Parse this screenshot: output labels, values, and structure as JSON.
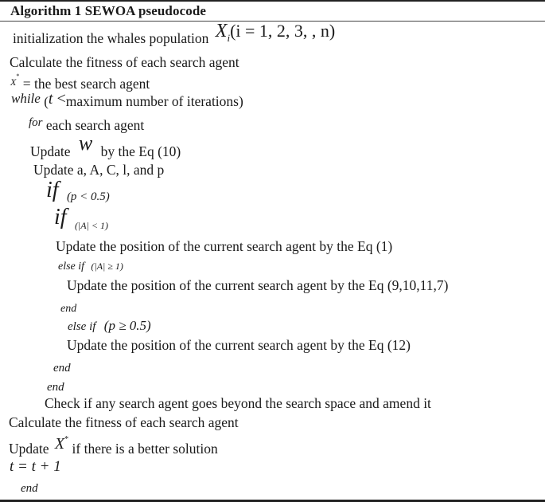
{
  "algorithm": {
    "title": "Algorithm 1 SEWOA pseudocode",
    "lines": [
      {
        "text": "initialization the whales population",
        "math": "X",
        "math_sub": "i",
        "math_tail": "(i = 1, 2, 3,     , n)"
      },
      {
        "text": "Calculate the fitness of each search agent"
      },
      {
        "math": "X",
        "math_sup": "*",
        "text": " = the best search agent"
      },
      {
        "keyword": "while",
        "cond_open": "(",
        "cond_var": "t",
        "cond_op": " <",
        "text": "maximum number of iterations)"
      },
      {
        "keyword": "for",
        "text": "each search agent"
      },
      {
        "text_before": "Update",
        "math": "w",
        "text": "by the Eq (10)"
      },
      {
        "text": "Update a, A, C, l, and p"
      },
      {
        "keyword": "if",
        "cond": "(p < 0.5)"
      },
      {
        "keyword": "if",
        "cond": "(|A| < 1)"
      },
      {
        "text": "Update the position of the current search agent by the Eq (1)"
      },
      {
        "keyword": "else if",
        "cond": "(|A| ≥ 1)"
      },
      {
        "text": "Update the position of the current search agent by the Eq (9,10,11,7)"
      },
      {
        "keyword": "end"
      },
      {
        "keyword": "else if",
        "cond": "(p ≥ 0.5)"
      },
      {
        "text": "Update the position of the current search agent by the Eq (12)"
      },
      {
        "keyword": "end"
      },
      {
        "keyword": "end"
      },
      {
        "text": "Check if any search agent goes beyond the search space and amend it"
      },
      {
        "text": "Calculate the fitness of each search agent"
      },
      {
        "text_before": "Update",
        "math": "X",
        "math_sup": "*",
        "text": "if there is a better solution"
      },
      {
        "math_expr": "t = t + 1"
      },
      {
        "keyword": "end"
      }
    ]
  }
}
